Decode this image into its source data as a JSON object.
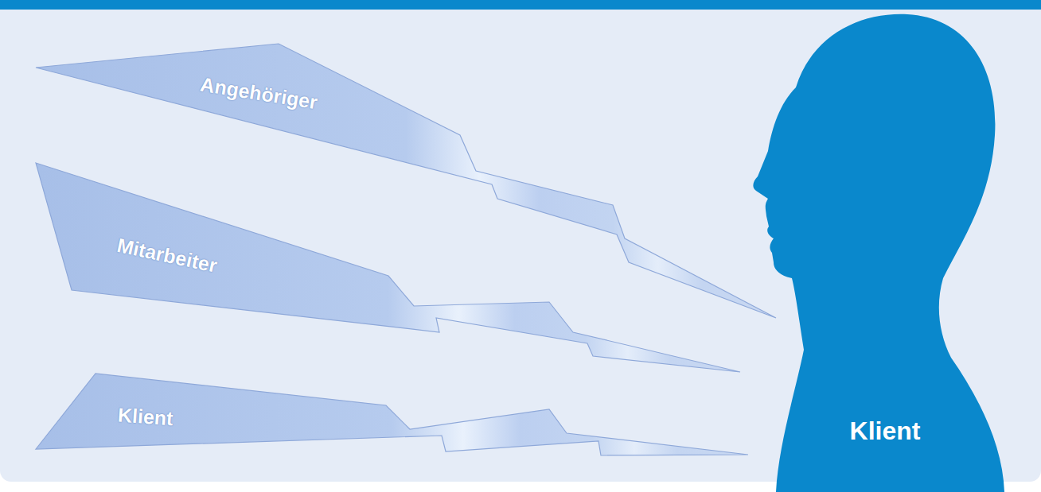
{
  "diagram": {
    "nodes": [
      {
        "text": [
          "Angehöriger"
        ]
      },
      {
        "text": [
          "Mitarbeiter"
        ]
      },
      {
        "text": [
          "Klient"
        ]
      },
      {
        "text": [
          "Klient"
        ]
      }
    ]
  }
}
